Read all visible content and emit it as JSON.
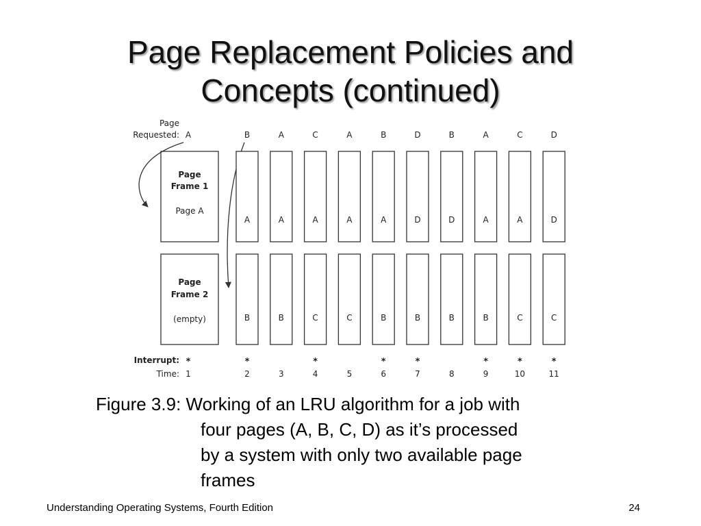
{
  "slide": {
    "title_line1": "Page Replacement Policies and",
    "title_line2": "Concepts (continued)",
    "footer_left": "Understanding Operating Systems, Fourth Edition",
    "page_number": "24"
  },
  "diagram": {
    "page_requested_label_line1": "Page",
    "page_requested_label_line2": "Requested:",
    "interrupt_label": "Interrupt:",
    "time_label": "Time:",
    "interrupt_mark": "*",
    "frame1": {
      "title_line1": "Page",
      "title_line2": "Frame 1",
      "initial": "Page A"
    },
    "frame2": {
      "title_line1": "Page",
      "title_line2": "Frame 2",
      "initial": "(empty)"
    },
    "steps": [
      {
        "time": "1",
        "request": "A",
        "interrupt": true,
        "frame1": "",
        "frame2": ""
      },
      {
        "time": "2",
        "request": "B",
        "interrupt": true,
        "frame1": "A",
        "frame2": "B"
      },
      {
        "time": "3",
        "request": "A",
        "interrupt": false,
        "frame1": "A",
        "frame2": "B"
      },
      {
        "time": "4",
        "request": "C",
        "interrupt": true,
        "frame1": "A",
        "frame2": "C"
      },
      {
        "time": "5",
        "request": "A",
        "interrupt": false,
        "frame1": "A",
        "frame2": "C"
      },
      {
        "time": "6",
        "request": "B",
        "interrupt": true,
        "frame1": "A",
        "frame2": "B"
      },
      {
        "time": "7",
        "request": "D",
        "interrupt": true,
        "frame1": "D",
        "frame2": "B"
      },
      {
        "time": "8",
        "request": "B",
        "interrupt": false,
        "frame1": "D",
        "frame2": "B"
      },
      {
        "time": "9",
        "request": "A",
        "interrupt": true,
        "frame1": "A",
        "frame2": "B"
      },
      {
        "time": "10",
        "request": "C",
        "interrupt": true,
        "frame1": "A",
        "frame2": "C"
      },
      {
        "time": "11",
        "request": "D",
        "interrupt": true,
        "frame1": "D",
        "frame2": "C"
      }
    ]
  },
  "caption": {
    "line1": "Figure 3.9: Working of an LRU algorithm for a job with",
    "line2": "four pages (A, B, C, D) as it’s processed",
    "line3": "by a system with only two available page",
    "line4": "frames"
  }
}
